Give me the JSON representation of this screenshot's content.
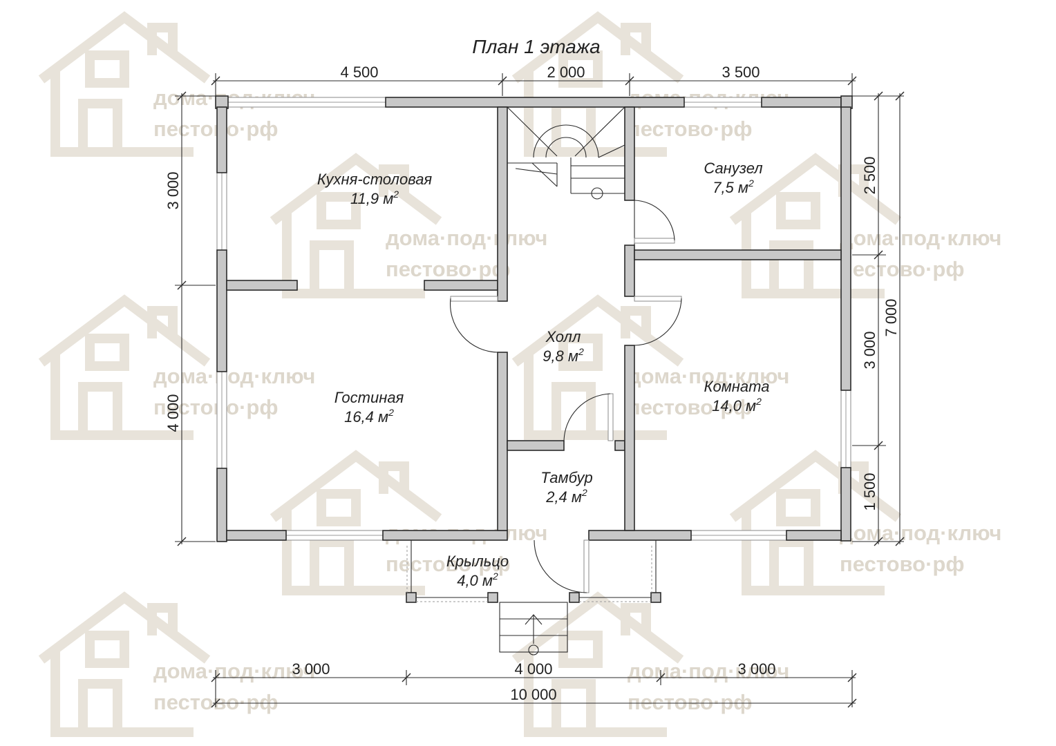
{
  "title": "План 1 этажа",
  "watermark": {
    "line1": "дома·под·ключ",
    "line2": "пестово·рф"
  },
  "rooms": {
    "kitchen": {
      "name": "Кухня-столовая",
      "area": "11,9 м",
      "unit_sup": "2"
    },
    "bath": {
      "name": "Санузел",
      "area": "7,5 м",
      "unit_sup": "2"
    },
    "hall": {
      "name": "Холл",
      "area": "9,8 м",
      "unit_sup": "2"
    },
    "living": {
      "name": "Гостиная",
      "area": "16,4 м",
      "unit_sup": "2"
    },
    "room": {
      "name": "Комната",
      "area": "14,0 м",
      "unit_sup": "2"
    },
    "vestibule": {
      "name": "Тамбур",
      "area": "2,4 м",
      "unit_sup": "2"
    },
    "porch": {
      "name": "Крыльцо",
      "area": "4,0 м",
      "unit_sup": "2"
    }
  },
  "dimensions": {
    "top": [
      "4 500",
      "2 000",
      "3 500"
    ],
    "bottom_parts": [
      "3 000",
      "4 000",
      "3 000"
    ],
    "bottom_total": "10 000",
    "left": [
      "3 000",
      "4 000"
    ],
    "right_parts": [
      "2 500",
      "3 000",
      "1 500"
    ],
    "right_total": "7 000"
  },
  "colors": {
    "wall_fill": "#c8c8c8",
    "wall_stroke": "#2a2a2a",
    "watermark": "#ddd7cc"
  }
}
